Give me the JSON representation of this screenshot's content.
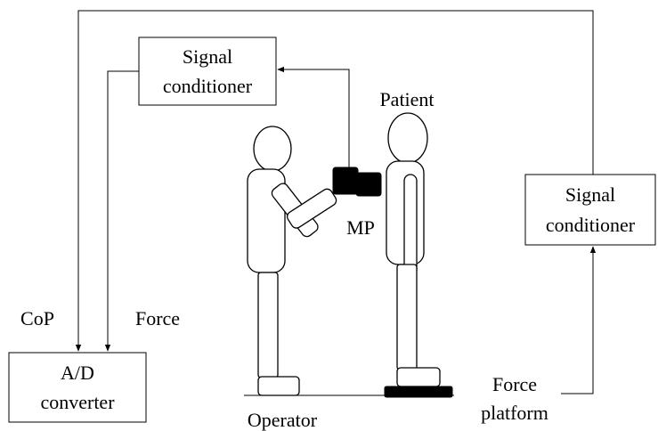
{
  "labels": {
    "signal_conditioner_top_line1": "Signal",
    "signal_conditioner_top_line2": "conditioner",
    "signal_conditioner_right_line1": "Signal",
    "signal_conditioner_right_line2": "conditioner",
    "ad_converter_line1": "A/D",
    "ad_converter_line2": "converter",
    "patient": "Patient",
    "operator": "Operator",
    "mp": "MP",
    "cop": "CoP",
    "force": "Force",
    "force_platform_line1": "Force",
    "force_platform_line2": "platform"
  },
  "colors": {
    "line": "#000000",
    "background": "#ffffff",
    "device_fill": "#000000"
  }
}
